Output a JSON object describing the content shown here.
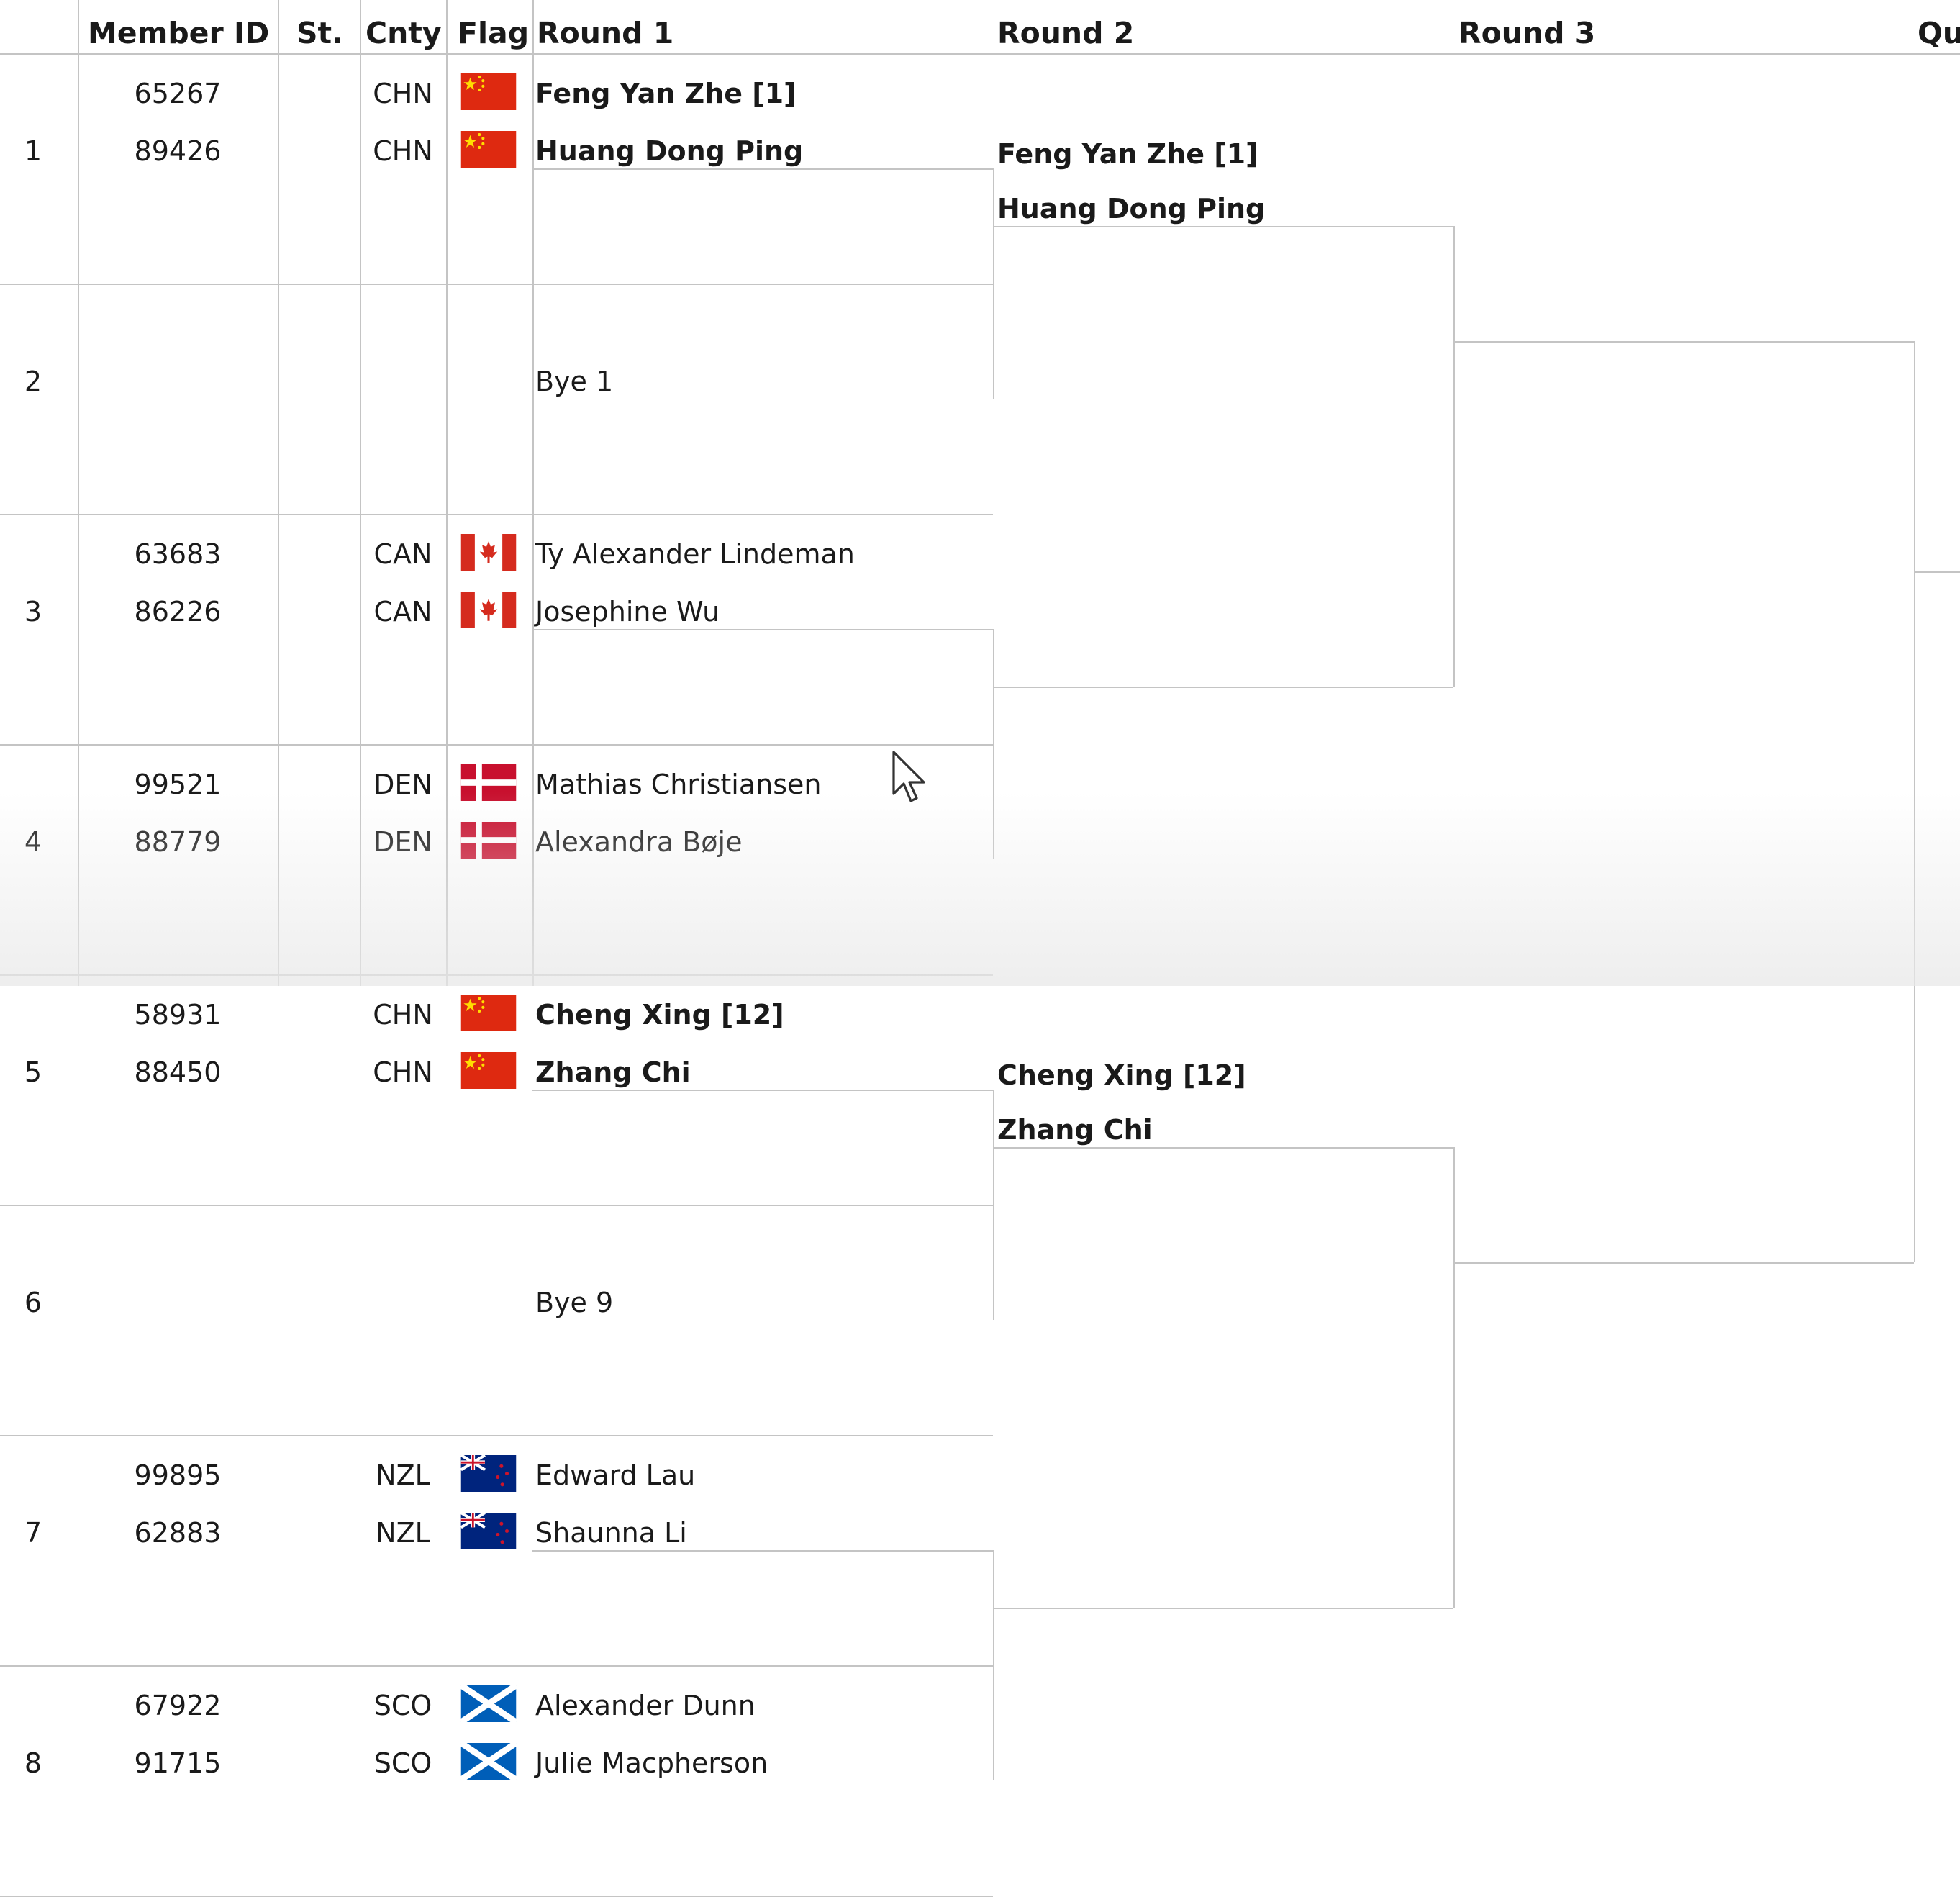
{
  "headers": {
    "member_id": "Member ID",
    "status": "St.",
    "country": "Cnty",
    "flag": "Flag",
    "round1": "Round 1",
    "round2": "Round 2",
    "round3": "Round 3",
    "quarter": "Qu"
  },
  "draw": [
    {
      "pos": "1",
      "players": [
        {
          "id": "65267",
          "cnty": "CHN",
          "flag": "china-flag-icon",
          "name": "Feng Yan Zhe [1]",
          "bold": true
        },
        {
          "id": "89426",
          "cnty": "CHN",
          "flag": "china-flag-icon",
          "name": "Huang Dong Ping",
          "bold": true
        }
      ]
    },
    {
      "pos": "2",
      "bye": "Bye 1"
    },
    {
      "pos": "3",
      "players": [
        {
          "id": "63683",
          "cnty": "CAN",
          "flag": "canada-flag-icon",
          "name": "Ty Alexander Lindeman"
        },
        {
          "id": "86226",
          "cnty": "CAN",
          "flag": "canada-flag-icon",
          "name": "Josephine Wu"
        }
      ]
    },
    {
      "pos": "4",
      "players": [
        {
          "id": "99521",
          "cnty": "DEN",
          "flag": "denmark-flag-icon",
          "name": "Mathias Christiansen"
        },
        {
          "id": "88779",
          "cnty": "DEN",
          "flag": "denmark-flag-icon",
          "name": "Alexandra Bøje"
        }
      ]
    },
    {
      "pos": "5",
      "players": [
        {
          "id": "58931",
          "cnty": "CHN",
          "flag": "china-flag-icon",
          "name": "Cheng Xing [12]",
          "bold": true
        },
        {
          "id": "88450",
          "cnty": "CHN",
          "flag": "china-flag-icon",
          "name": "Zhang Chi",
          "bold": true
        }
      ]
    },
    {
      "pos": "6",
      "bye": "Bye 9"
    },
    {
      "pos": "7",
      "players": [
        {
          "id": "99895",
          "cnty": "NZL",
          "flag": "new-zealand-flag-icon",
          "name": "Edward Lau"
        },
        {
          "id": "62883",
          "cnty": "NZL",
          "flag": "new-zealand-flag-icon",
          "name": "Shaunna Li"
        }
      ]
    },
    {
      "pos": "8",
      "players": [
        {
          "id": "67922",
          "cnty": "SCO",
          "flag": "scotland-flag-icon",
          "name": "Alexander Dunn"
        },
        {
          "id": "91715",
          "cnty": "SCO",
          "flag": "scotland-flag-icon",
          "name": "Julie Macpherson"
        }
      ]
    }
  ],
  "round2": [
    {
      "names": [
        "Feng Yan Zhe [1]",
        "Huang Dong Ping"
      ]
    },
    {
      "names": [
        "Cheng Xing [12]",
        "Zhang Chi"
      ]
    }
  ],
  "colors": {
    "grid_line": "#c4c4c4",
    "text": "#1a1a1a",
    "china_red": "#de2910",
    "china_star": "#ffde00",
    "canada_red": "#d52b1e",
    "denmark_red": "#c8102e",
    "nz_blue": "#00247d",
    "scotland_blue": "#005eb8"
  },
  "icons": {
    "cursor": "mouse-pointer-icon"
  }
}
